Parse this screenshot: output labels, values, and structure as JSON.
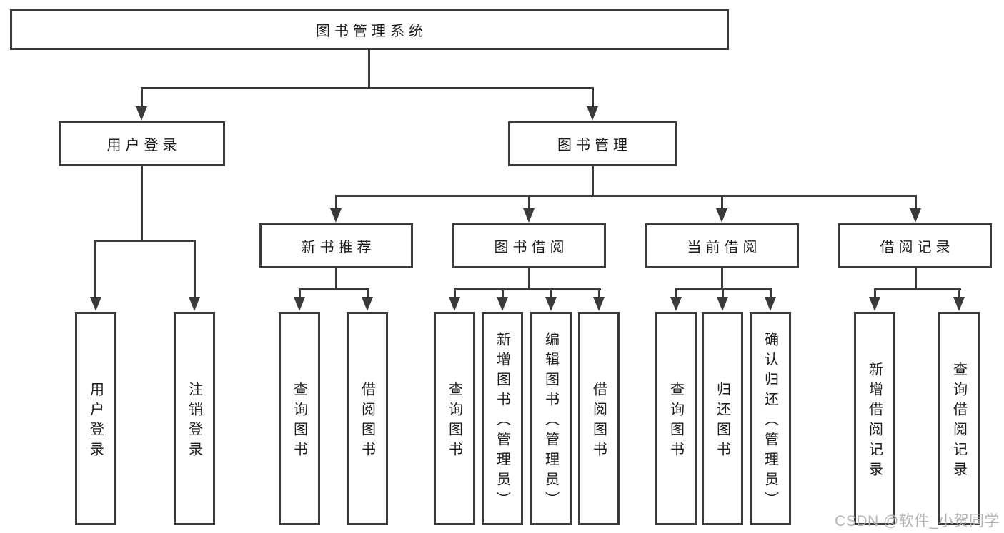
{
  "tree": {
    "root": "图书管理系统",
    "branches": [
      {
        "label": "用户登录",
        "leaves": [
          "用户登录",
          "注销登录"
        ]
      },
      {
        "label": "图书管理",
        "groups": [
          {
            "label": "新书推荐",
            "leaves": [
              "查询图书",
              "借阅图书"
            ]
          },
          {
            "label": "图书借阅",
            "leaves": [
              "查询图书",
              "新增图书（管理员）",
              "编辑图书（管理员）",
              "借阅图书"
            ]
          },
          {
            "label": "当前借阅",
            "leaves": [
              "查询图书",
              "归还图书",
              "确认归还（管理员）"
            ]
          },
          {
            "label": "借阅记录",
            "leaves": [
              "新增借阅记录",
              "查询借阅记录"
            ]
          }
        ]
      }
    ]
  },
  "watermark": "CSDN @软件_小贺同学",
  "colors": {
    "line": "#3a3a3a",
    "text": "#1c1c1c",
    "watermark": "#b4b4b4",
    "background": "#ffffff"
  }
}
